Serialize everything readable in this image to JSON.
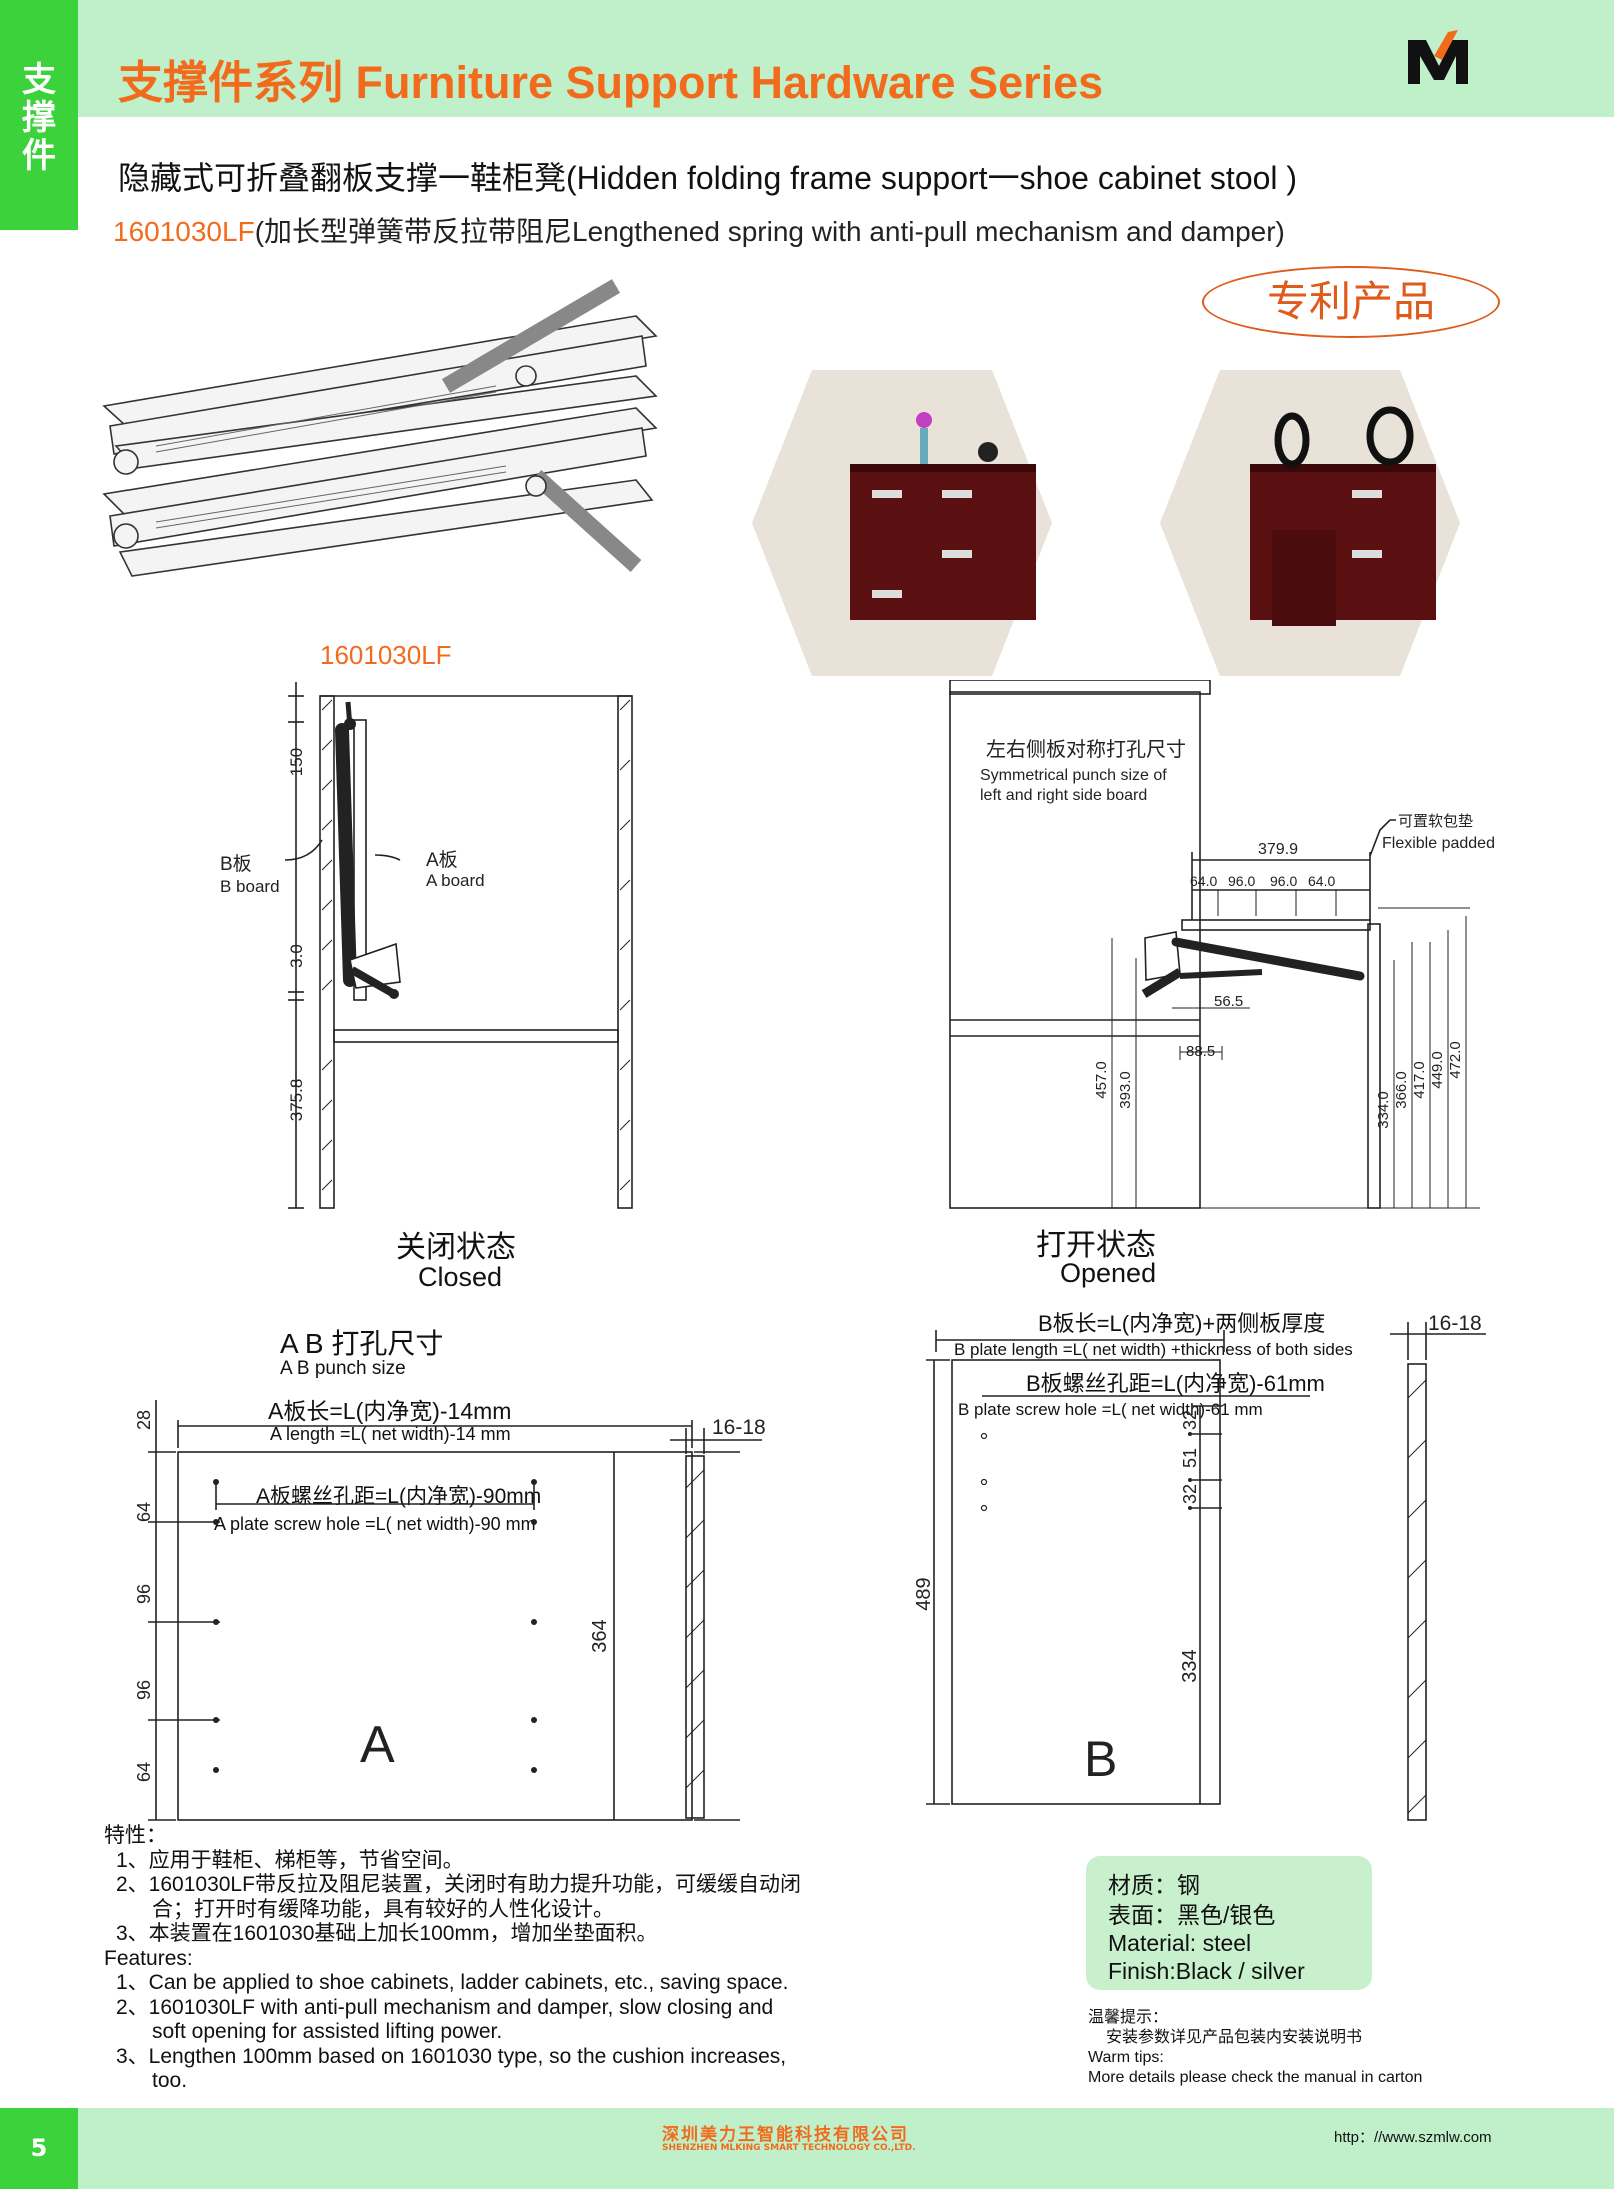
{
  "side_tab": {
    "chars": [
      "支",
      "撑",
      "件"
    ]
  },
  "header": {
    "title": "支撑件系列 Furniture Support Hardware Series"
  },
  "product": {
    "subtitle": "隐藏式可折叠翻板支撑一鞋柜凳(Hidden folding frame support一shoe cabinet stool )",
    "model_code": "1601030LF",
    "model_desc": "(加长型弹簧带反拉带阻尼Lengthened spring with anti-pull mechanism and damper)",
    "patent_badge": "专利产品",
    "hardware_caption": "1601030LF"
  },
  "closed_diagram": {
    "dims": [
      "150",
      "3.0",
      "375.8"
    ],
    "b_board_cn": "B板",
    "b_board_en": "B board",
    "a_board_cn": "A板",
    "a_board_en": "A board",
    "caption_cn": "关闭状态",
    "caption_en": "Closed"
  },
  "open_diagram": {
    "note_cn": "左右侧板对称打孔尺寸",
    "note_en1": "Symmetrical punch size of",
    "note_en2": "left and right side board",
    "pad_cn": "可置软包垫",
    "pad_en": "Flexible padded",
    "dim_top": "379.9",
    "dim_spacing": [
      "64.0",
      "96.0",
      "96.0",
      "64.0"
    ],
    "dim_56": "56.5",
    "dim_88": "88.5",
    "dim_left": [
      "457.0",
      "393.0"
    ],
    "dim_right": [
      "334.0",
      "366.0",
      "417.0",
      "449.0",
      "472.0"
    ],
    "caption_cn": "打开状态",
    "caption_en": "Opened"
  },
  "a_plate": {
    "title_cn": "A B 打孔尺寸",
    "title_en": "A B punch size",
    "len_cn": "A板长=L(内净宽)-14mm",
    "len_en": "A length =L( net width)-14 mm",
    "hole_cn": "A板螺丝孔距=L(内净宽)-90mm",
    "hole_en": "A plate screw hole =L( net width)-90 mm",
    "dims_left": [
      "28",
      "64",
      "96",
      "96",
      "64"
    ],
    "height": "364",
    "letter": "A",
    "thickness": "16-18"
  },
  "b_plate": {
    "len_cn": "B板长=L(内净宽)+两侧板厚度",
    "len_en": "B plate length =L( net width) +thickness of both sides",
    "hole_cn": "B板螺丝孔距=L(内净宽)-61mm",
    "hole_en": "B plate screw hole =L( net width)-61 mm",
    "height": "489",
    "dims_right": [
      "32",
      "51",
      "32",
      "334"
    ],
    "letter": "B",
    "thickness": "16-18"
  },
  "features": {
    "heading_cn": "特性：",
    "cn": [
      "1、应用于鞋柜、梯柜等，节省空间。",
      "2、1601030LF带反拉及阻尼装置，关闭时有助力提升功能，可缓缓自动闭",
      "合；打开时有缓降功能，具有较好的人性化设计。",
      "3、本装置在1601030基础上加长100mm，增加坐垫面积。"
    ],
    "heading_en": "Features:",
    "en": [
      "1、Can be applied to shoe cabinets, ladder cabinets, etc., saving space.",
      "2、1601030LF with anti-pull mechanism and damper, slow closing and",
      "soft opening for assisted lifting power.",
      "3、Lengthen 100mm based on 1601030 type, so the cushion increases,",
      "too."
    ]
  },
  "material": {
    "material_cn": "材质：钢",
    "surface_cn": "表面：黑色/银色",
    "material_en": "Material: steel",
    "finish_en": "Finish:Black / silver"
  },
  "warm_tips": {
    "cn_title": "温馨提示：",
    "cn_text": "安装参数详见产品包装内安装说明书",
    "en_title": "Warm tips:",
    "en_text": "More details please check the manual in carton"
  },
  "footer": {
    "page": "5",
    "company_cn": "深圳美力王智能科技有限公司",
    "company_en": "SHENZHEN MLKING SMART TECHNOLOGY CO.,LTD.",
    "website": "http：//www.szmlw.com"
  },
  "colors": {
    "accent": "#f26b1d",
    "green": "#3cd23c",
    "light_green": "#bff0c9"
  }
}
